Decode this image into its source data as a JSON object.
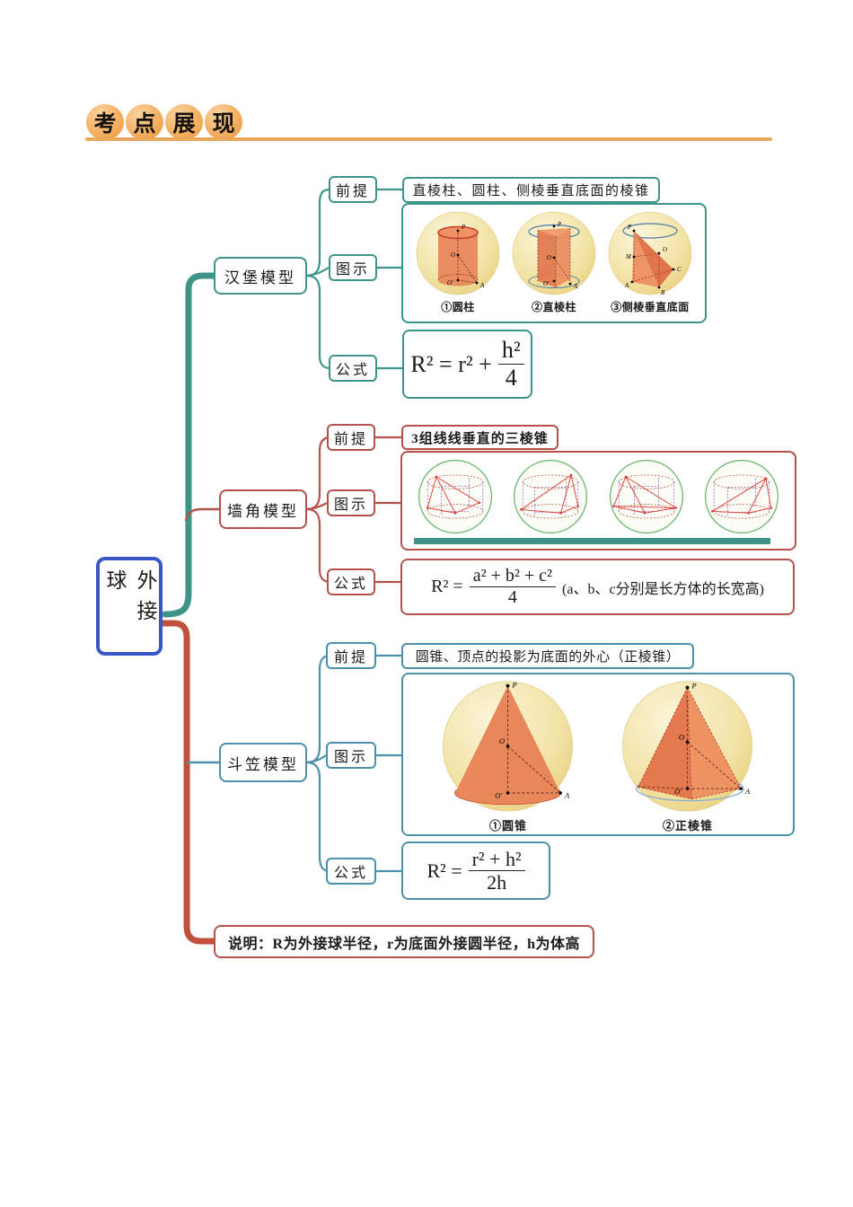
{
  "colors": {
    "teal": "#3D9488",
    "red_trunk": "#C04F3B",
    "red_box": "#B5504B",
    "steel": "#4E8FA9",
    "root_blue": "#3A57C8",
    "orange": "#E9A85B"
  },
  "header": {
    "chars": [
      "考",
      "点",
      "展",
      "现"
    ]
  },
  "root": {
    "label": "外接球"
  },
  "node_labels": {
    "premise": "前提",
    "illustration": "图示",
    "formula": "公式"
  },
  "note": {
    "text": "说明：R为外接球半径，r为底面外接圆半径，h为体高"
  },
  "hamburger": {
    "label": "汉堡模型",
    "premise": "直棱柱、圆柱、侧棱垂直底面的棱锥",
    "captions": [
      "①圆柱",
      "②直棱柱",
      "③侧棱垂直底面"
    ],
    "formula": {
      "left": "R² = r² +",
      "num": "h²",
      "den": "4"
    },
    "points": {
      "f1": [
        "P",
        "O",
        "O′",
        "A"
      ],
      "f2": [
        "P",
        "O",
        "O′",
        "A"
      ],
      "f3": [
        "P",
        "M",
        "O",
        "C",
        "A",
        "B"
      ]
    }
  },
  "corner": {
    "label": "墙角模型",
    "premise": "3组线线垂直的三棱锥",
    "formula": {
      "left": "R² =",
      "num": "a² + b² + c²",
      "den": "4",
      "note": "(a、b、c分别是长方体的长宽高)"
    }
  },
  "hat": {
    "label": "斗笠模型",
    "premise": "圆锥、顶点的投影为底面的外心（正棱锥）",
    "captions": [
      "①圆锥",
      "②正棱锥"
    ],
    "formula": {
      "left": "R² =",
      "num": "r² + h²",
      "den": "2h"
    },
    "points": {
      "f1": [
        "P",
        "O",
        "O′",
        "A"
      ],
      "f2": [
        "P",
        "O",
        "O′",
        "A"
      ]
    }
  }
}
